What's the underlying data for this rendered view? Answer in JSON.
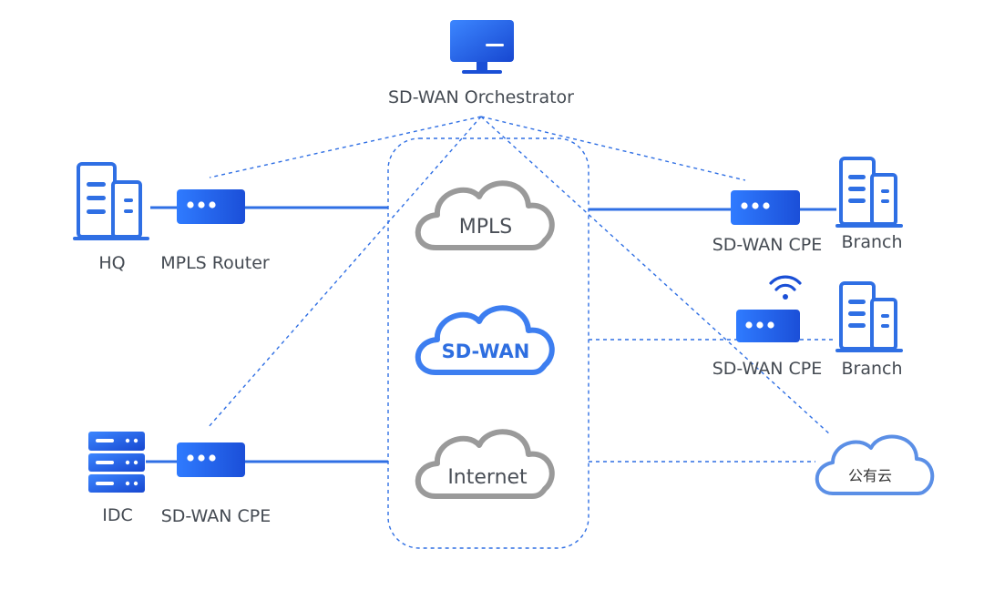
{
  "orchestrator": {
    "label": "SD-WAN Orchestrator",
    "icon": "monitor-icon"
  },
  "hq": {
    "label": "HQ",
    "icon": "building-icon"
  },
  "mpls_router": {
    "label": "MPLS Router",
    "icon": "router-icon"
  },
  "idc": {
    "label": "IDC",
    "icon": "server-icon"
  },
  "idc_cpe": {
    "label": "SD-WAN CPE",
    "icon": "router-icon"
  },
  "clouds": {
    "mpls": "MPLS",
    "sdwan": "SD-WAN",
    "internet": "Internet"
  },
  "branch1": {
    "cpe_label": "SD-WAN CPE",
    "label": "Branch",
    "icon": "building-icon"
  },
  "branch2": {
    "cpe_label": "SD-WAN CPE",
    "label": "Branch",
    "icon": "building-icon",
    "wifi_icon": "wifi-icon"
  },
  "public_cloud": {
    "label": "公有云",
    "icon": "cloud-icon"
  },
  "colors": {
    "blue": "#2f6fe4",
    "blue_dark": "#1a4fd6",
    "gray_cloud": "#9a9a9a",
    "text": "#444a52"
  }
}
